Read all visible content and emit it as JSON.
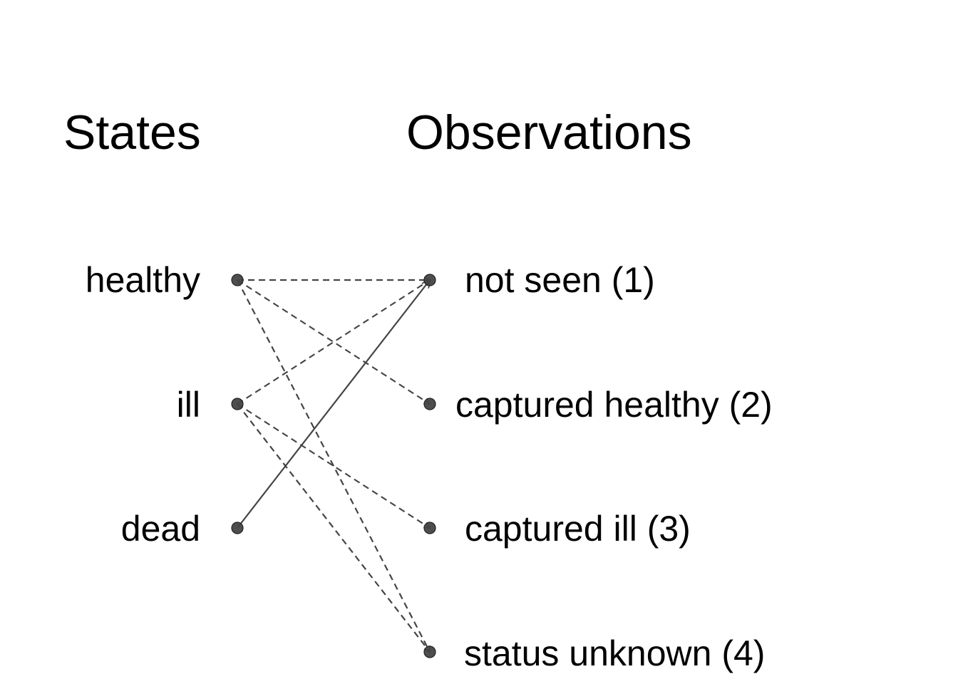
{
  "headings": {
    "states": "States",
    "observations": "Observations"
  },
  "states": [
    {
      "id": "healthy",
      "label": "healthy"
    },
    {
      "id": "ill",
      "label": "ill"
    },
    {
      "id": "dead",
      "label": "dead"
    }
  ],
  "observations": [
    {
      "id": "not-seen",
      "label": "not seen (1)"
    },
    {
      "id": "captured-healthy",
      "label": "captured healthy (2)"
    },
    {
      "id": "captured-ill",
      "label": "captured ill (3)"
    },
    {
      "id": "status-unknown",
      "label": "status unknown (4)"
    }
  ],
  "edges": [
    {
      "from": "healthy",
      "to": "not-seen",
      "style": "dashed"
    },
    {
      "from": "healthy",
      "to": "captured-healthy",
      "style": "dashed"
    },
    {
      "from": "healthy",
      "to": "status-unknown",
      "style": "dashed"
    },
    {
      "from": "ill",
      "to": "not-seen",
      "style": "dashed"
    },
    {
      "from": "ill",
      "to": "captured-ill",
      "style": "dashed"
    },
    {
      "from": "ill",
      "to": "status-unknown",
      "style": "dashed"
    },
    {
      "from": "dead",
      "to": "not-seen",
      "style": "solid"
    }
  ],
  "colors": {
    "edge": "#444444",
    "node": "#444444",
    "text": "#000000"
  }
}
